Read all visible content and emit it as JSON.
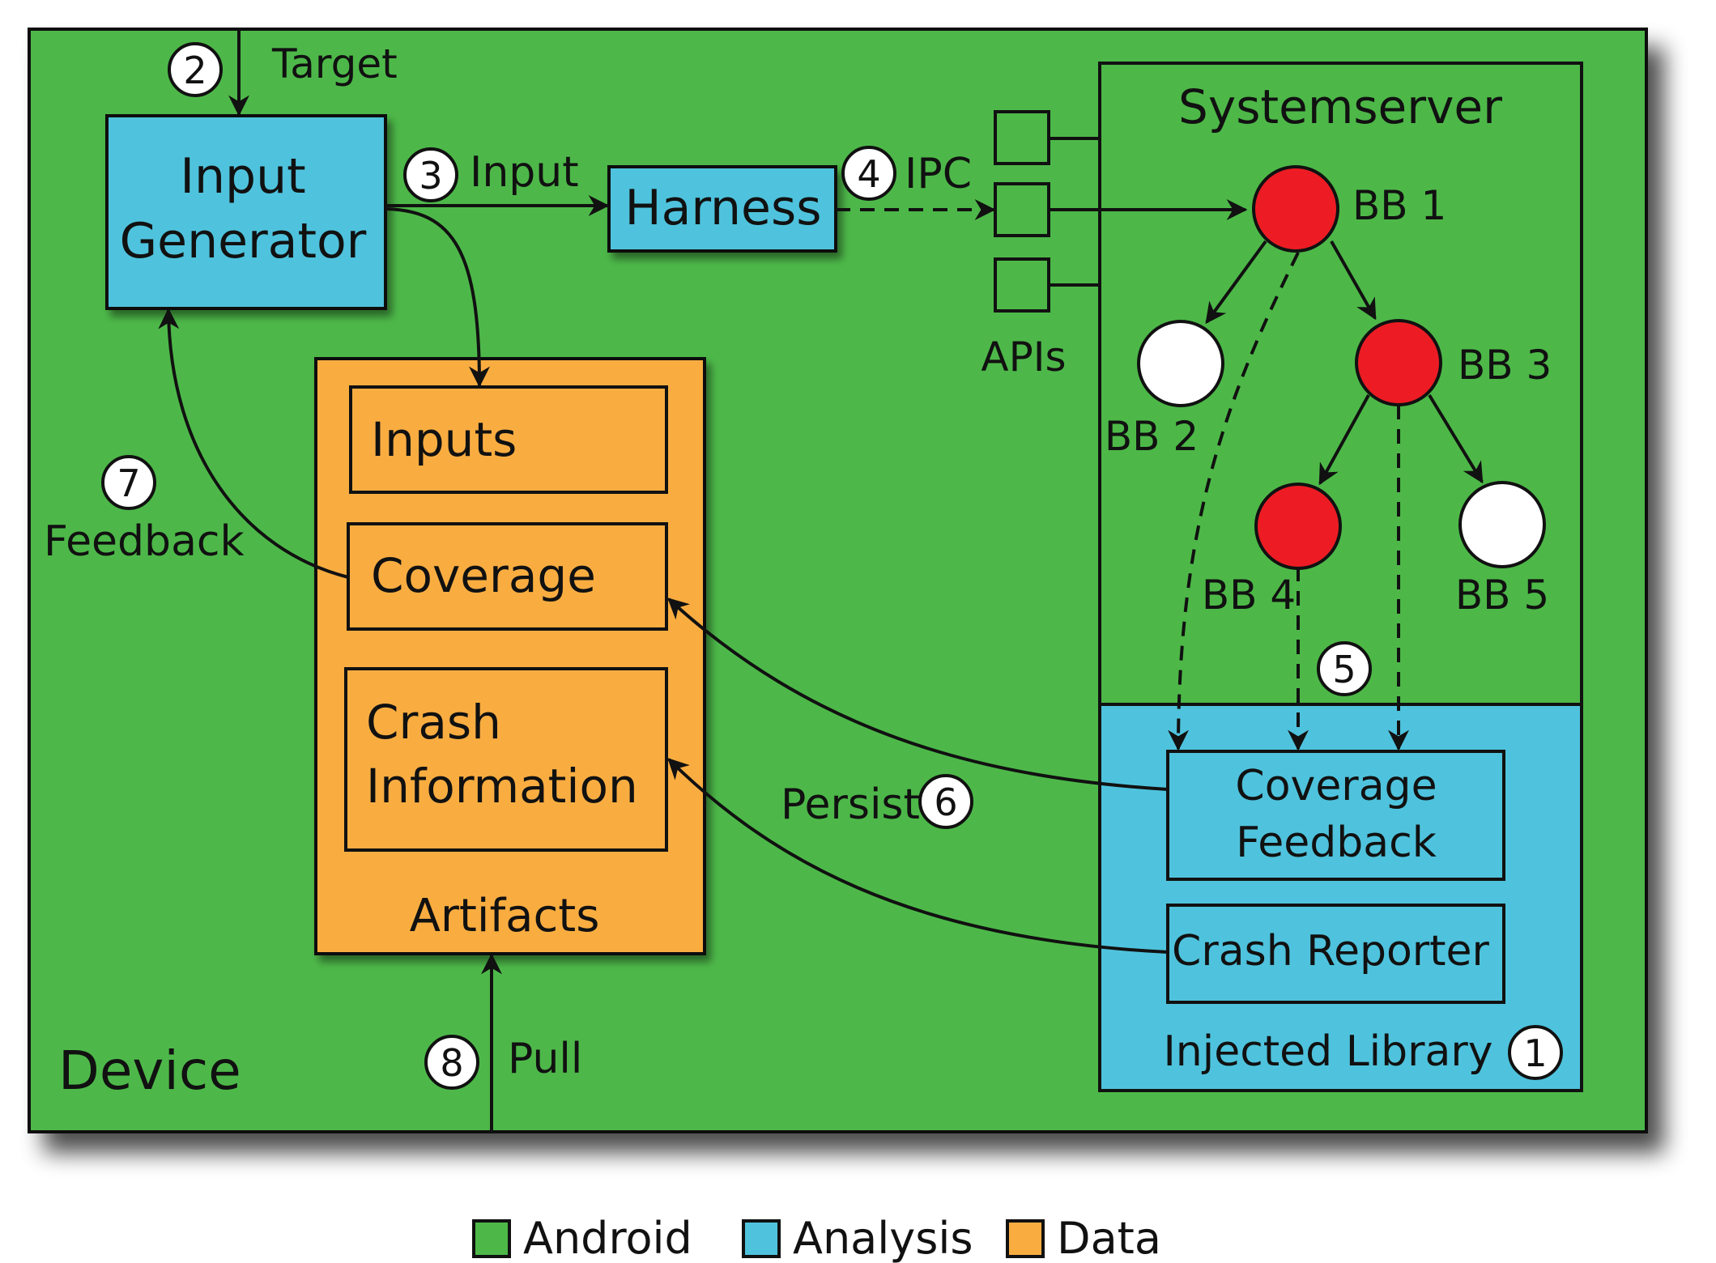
{
  "colors": {
    "android": "#4db848",
    "analysis": "#4fc3dd",
    "data": "#f9ad41",
    "node_hit": "#ed1c24",
    "node_miss": "#ffffff",
    "stroke": "#111111"
  },
  "device": {
    "label": "Device"
  },
  "input_generator": {
    "line1": "Input",
    "line2": "Generator"
  },
  "harness": {
    "label": "Harness"
  },
  "apis": {
    "label": "APIs"
  },
  "systemserver": {
    "label": "Systemserver"
  },
  "artifacts": {
    "label": "Artifacts",
    "inputs": "Inputs",
    "coverage": "Coverage",
    "crash_line1": "Crash",
    "crash_line2": "Information"
  },
  "injected_library": {
    "label": "Injected Library",
    "coverage_line1": "Coverage",
    "coverage_line2": "Feedback",
    "crash_reporter": "Crash Reporter"
  },
  "nodes": [
    {
      "id": "bb1",
      "label": "BB 1",
      "hit": true
    },
    {
      "id": "bb2",
      "label": "BB 2",
      "hit": false
    },
    {
      "id": "bb3",
      "label": "BB 3",
      "hit": true
    },
    {
      "id": "bb4",
      "label": "BB 4",
      "hit": true
    },
    {
      "id": "bb5",
      "label": "BB 5",
      "hit": false
    }
  ],
  "steps": {
    "s1": {
      "num": "1",
      "label": ""
    },
    "s2": {
      "num": "2",
      "label": "Target"
    },
    "s3": {
      "num": "3",
      "label": "Input"
    },
    "s4": {
      "num": "4",
      "label": "IPC"
    },
    "s5": {
      "num": "5",
      "label": ""
    },
    "s6": {
      "num": "6",
      "label": "Persist"
    },
    "s7": {
      "num": "7",
      "label": "Feedback"
    },
    "s8": {
      "num": "8",
      "label": "Pull"
    }
  },
  "legend": [
    {
      "label": "Android",
      "color": "#4db848"
    },
    {
      "label": "Analysis",
      "color": "#4fc3dd"
    },
    {
      "label": "Data",
      "color": "#f9ad41"
    }
  ]
}
